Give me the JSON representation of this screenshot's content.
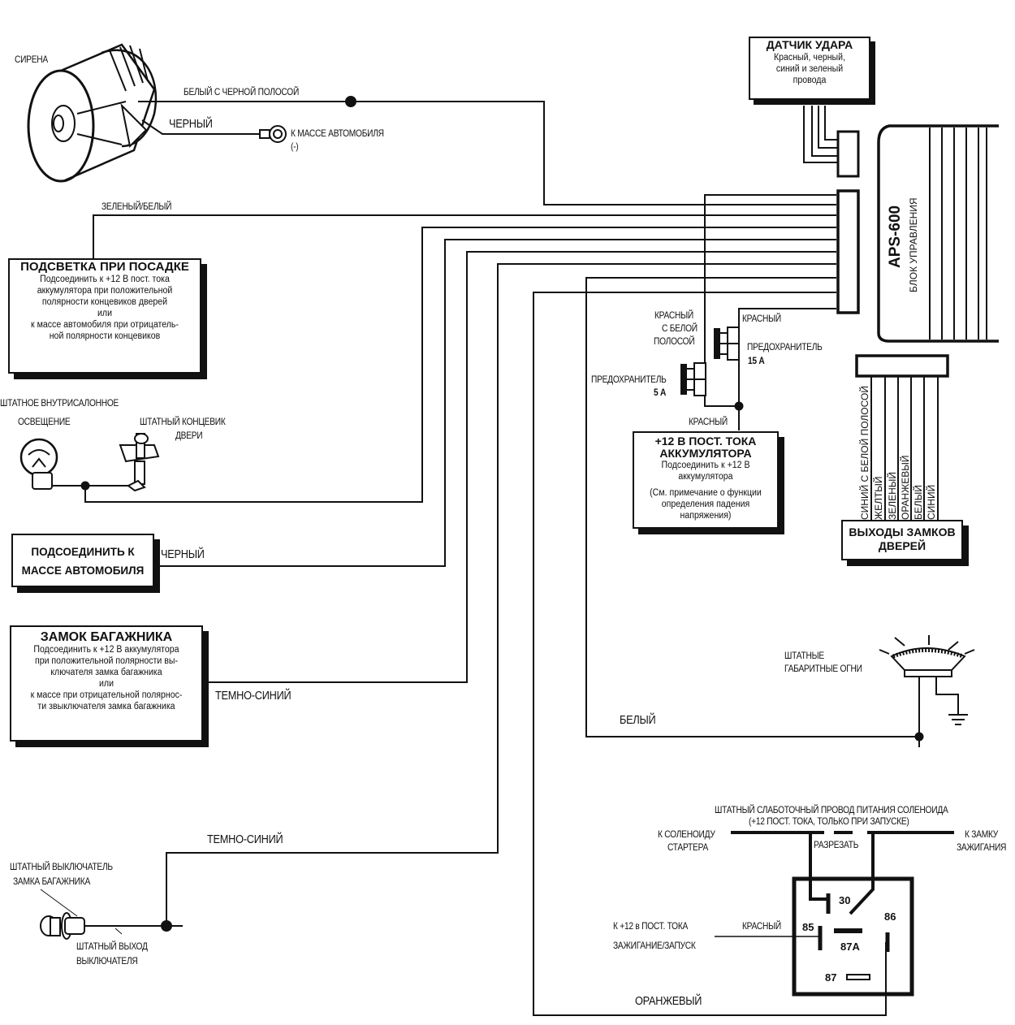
{
  "siren": {
    "label": "СИРЕНА",
    "wire_white_black": "БЕЛЫЙ С ЧЕРНОЙ ПОЛОСОЙ",
    "wire_black": "ЧЕРНЫЙ",
    "ground_label": "К МАССЕ АВТОМОБИЛЯ",
    "ground_sign": "(-)"
  },
  "shock_sensor": {
    "title": "ДАТЧИК УДАРА",
    "lines": [
      "Красный, черный,",
      "синий и зеленый",
      "провода"
    ]
  },
  "control_unit": {
    "model": "APS-600",
    "subtitle": "БЛОК УПРАВЛЕНИЯ"
  },
  "green_white_wire": "ЗЕЛЕНЫЙ/БЕЛЫЙ",
  "entry_light": {
    "title": "ПОДСВЕТКА ПРИ ПОСАДКЕ",
    "lines": [
      "Подсоединить к +12 В пост. тока",
      "аккумулятора  при положительной",
      "полярности концевиков дверей",
      "или",
      "к массе автомобиля при отрицатель-",
      "ной полярности концевиков"
    ]
  },
  "dome_light": {
    "label_line1": "ШТАТНОЕ ВНУТРИСАЛОННОЕ",
    "label_line2": "ОСВЕЩЕНИЕ",
    "door_switch_line1": "ШТАТНЫЙ КОНЦЕВИК",
    "door_switch_line2": "ДВЕРИ"
  },
  "ground_box": {
    "line1": "ПОДСОЕДИНИТЬ К",
    "line2": "МАССЕ АВТОМОБИЛЯ",
    "wire": "ЧЕРНЫЙ"
  },
  "trunk": {
    "title": "ЗАМОК БАГАЖНИКА",
    "lines": [
      "Подсоединить к +12 В аккумулятора",
      "при положительной полярности вы-",
      "ключателя замка багажника",
      "или",
      "к массе при отрицательной полярнос-",
      "ти звыключателя замка багажника"
    ],
    "wire": "ТЕМНО-СИНИЙ"
  },
  "trunk_switch": {
    "wire": "ТЕМНО-СИНИЙ",
    "label_line1": "ШТАТНЫЙ ВЫКЛЮЧАТЕЛЬ",
    "label_line2": "ЗАМКА БАГАЖНИКА",
    "output_line1": "ШТАТНЫЙ ВЫХОД",
    "output_line2": "ВЫКЛЮЧАТЕЛЯ"
  },
  "fuses": {
    "red_white_line1": "КРАСНЫЙ",
    "red_white_line2": "С БЕЛОЙ",
    "red_white_line3": "ПОЛОСОЙ",
    "red_top": "КРАСНЫЙ",
    "fuse15_label": "ПРЕДОХРАНИТЕЛЬ",
    "fuse15_rating": "15 А",
    "fuse5_label": "ПРЕДОХРАНИТЕЛЬ",
    "fuse5_rating": "5 А",
    "red_bottom": "КРАСНЫЙ"
  },
  "battery": {
    "title_line1": "+12 В ПОСТ. ТОКА",
    "title_line2": "АККУМУЛЯТОРА",
    "lines": [
      "Подсоединить к +12 В",
      "аккумулятора"
    ],
    "note": [
      "(См. примечание о функции",
      "определения падения",
      "напряжения)"
    ]
  },
  "door_locks": {
    "title_line1": "ВЫХОДЫ ЗАМКОВ",
    "title_line2": "ДВЕРЕЙ",
    "wires": [
      "СИНИЙ С БЕЛОЙ ПОЛОСОЙ",
      "ЖЕЛТЫЙ",
      "ЗЕЛЕНЫЙ",
      "ОРАНЖЕВЫЙ",
      "БЕЛЫЙ",
      "СИНИЙ"
    ]
  },
  "parking_lights": {
    "line1": "ШТАТНЫЕ",
    "line2": "ГАБАРИТНЫЕ ОГНИ",
    "wire": "БЕЛЫЙ"
  },
  "starter": {
    "header_line1": "ШТАТНЫЙ СЛАБОТОЧНЫЙ ПРОВОД ПИТАНИЯ СОЛЕНОИДА",
    "header_line2": "(+12 ПОСТ. ТОКА, ТОЛЬКО ПРИ ЗАПУСКЕ)",
    "left_line1": "К СОЛЕНОИДУ",
    "left_line2": "СТАРТЕРА",
    "right_line1": "К ЗАМКУ",
    "right_line2": "ЗАЖИГАНИЯ",
    "cut": "РАЗРЕЗАТЬ",
    "ign_line1": "К +12 в ПОСТ. ТОКА",
    "ign_line2": "ЗАЖИГАНИЕ/ЗАПУСК",
    "red": "КРАСНЫЙ",
    "orange": "ОРАНЖЕВЫЙ",
    "pins": {
      "p30": "30",
      "p85": "85",
      "p86": "86",
      "p87a": "87A",
      "p87": "87"
    }
  }
}
